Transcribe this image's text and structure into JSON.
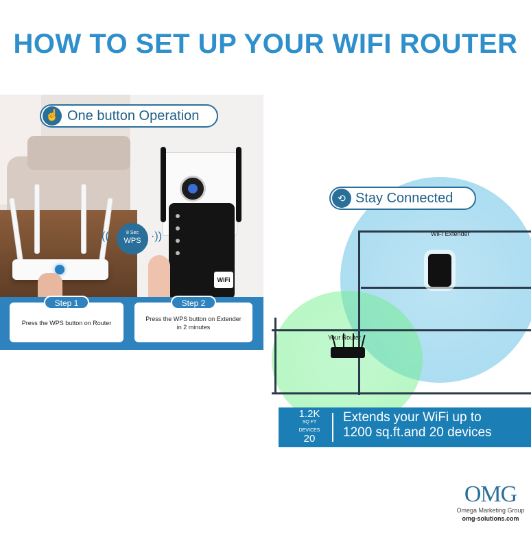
{
  "title": "HOW TO SET UP YOUR WIFI ROUTER",
  "left_panel": {
    "header": "One button Operation",
    "header_icon": "touch-hand-icon",
    "wps_badge_small": "8 Sec",
    "wps_badge_big": "WPS",
    "extender_logo": "WiFi",
    "steps": [
      {
        "tab": "Step 1",
        "text": "Press the WPS button on Router"
      },
      {
        "tab": "Step 2",
        "text": "Press the WPS button on Extender in 2 minutes"
      }
    ]
  },
  "right_panel": {
    "header": "Stay Connected",
    "header_icon": "network-nodes-icon",
    "extender_label": "WiFi Extender",
    "router_label": "Your Router",
    "stat_area_value": "1.2K",
    "stat_area_unit": "SQ FT",
    "stat_devices_unit": "DEVICES",
    "stat_devices_value": "20",
    "extends_line1": "Extends your WiFi up to",
    "extends_line2": "1200 sq.ft.and 20 devices"
  },
  "logo": {
    "mark": "OMG",
    "name": "Omega Marketing Group",
    "url": "omg-solutions.com"
  },
  "colors": {
    "title_blue": "#2e8fcb",
    "accent_dark_blue": "#2a6f9a",
    "band_blue": "#2e82bd"
  }
}
